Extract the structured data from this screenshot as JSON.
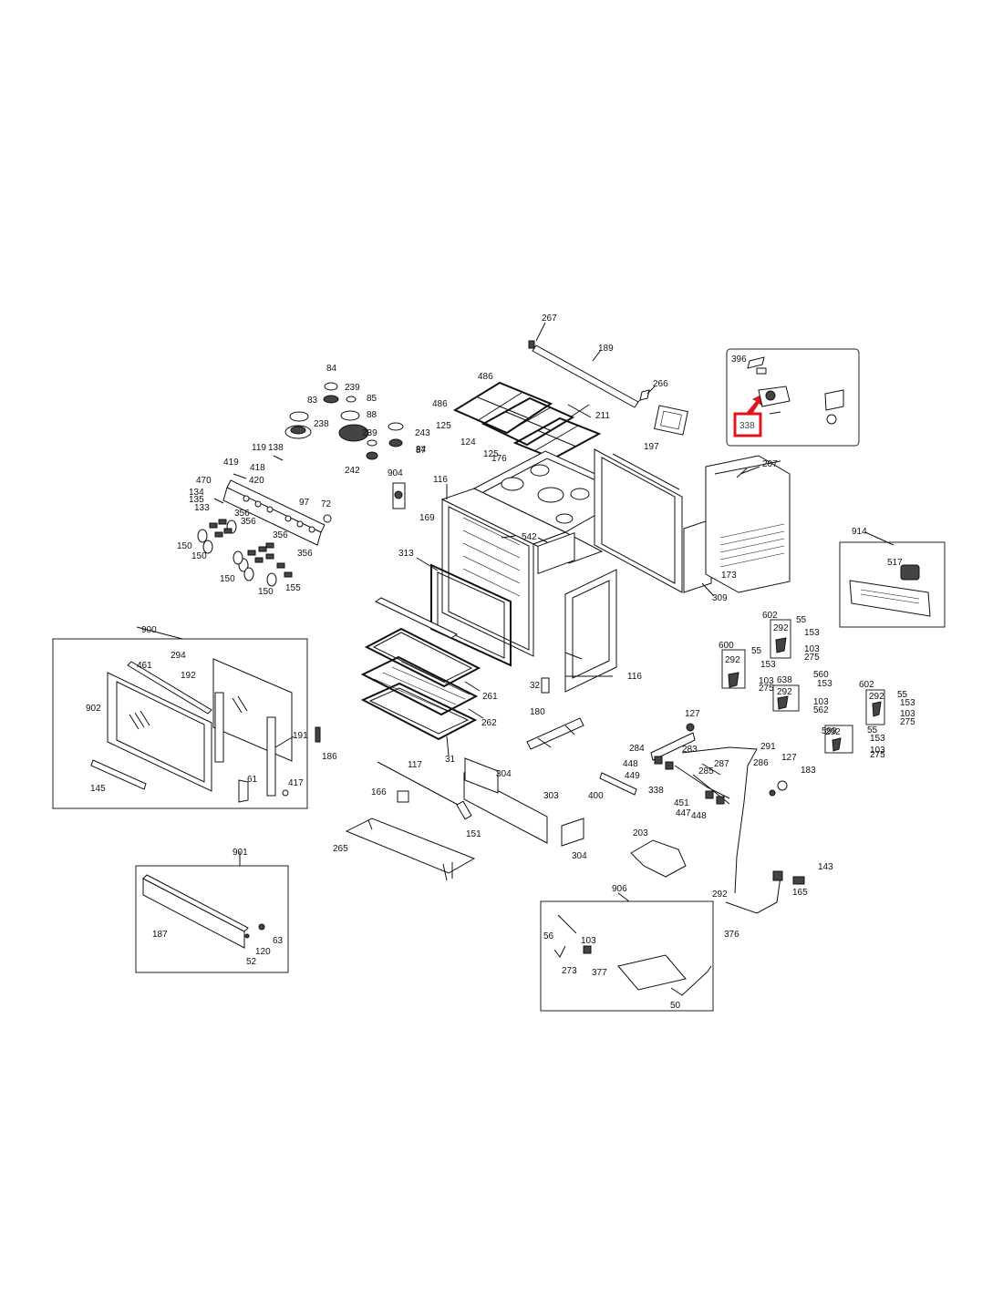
{
  "highlight": {
    "label": "338",
    "color": "#e0141e"
  },
  "panels": {
    "door": "900",
    "drawer": "901",
    "burner_kit": "906",
    "fan_kit": "914"
  },
  "labels": [
    "267",
    "189",
    "266",
    "486",
    "486",
    "211",
    "125",
    "124",
    "125",
    "176",
    "197",
    "207",
    "84",
    "239",
    "85",
    "83",
    "238",
    "88",
    "243",
    "84",
    "239",
    "87",
    "242",
    "904",
    "119",
    "138",
    "419",
    "418",
    "420",
    "470",
    "134",
    "135",
    "133",
    "97",
    "72",
    "356",
    "356",
    "150",
    "150",
    "150",
    "150",
    "356",
    "356",
    "155",
    "116",
    "169",
    "542",
    "313",
    "32",
    "180",
    "116",
    "261",
    "262",
    "31",
    "173",
    "309",
    "396",
    "914",
    "517",
    "602",
    "292",
    "55",
    "153",
    "103",
    "275",
    "600",
    "292",
    "55",
    "153",
    "103",
    "275",
    "638",
    "560",
    "153",
    "292",
    "103",
    "562",
    "602",
    "292",
    "55",
    "153",
    "103",
    "275",
    "599",
    "292",
    "55",
    "153",
    "103",
    "275",
    "900",
    "461",
    "294",
    "192",
    "902",
    "191",
    "186",
    "145",
    "61",
    "417",
    "117",
    "166",
    "151",
    "265",
    "304",
    "303",
    "304",
    "400",
    "127",
    "284",
    "283",
    "448",
    "449",
    "338",
    "287",
    "285",
    "291",
    "286",
    "127",
    "183",
    "451",
    "447",
    "448",
    "203",
    "143",
    "165",
    "292",
    "376",
    "901",
    "187",
    "63",
    "120",
    "52",
    "906",
    "56",
    "103",
    "273",
    "377",
    "50"
  ],
  "icons": [
    "red-box",
    "red-arrow-icon"
  ]
}
